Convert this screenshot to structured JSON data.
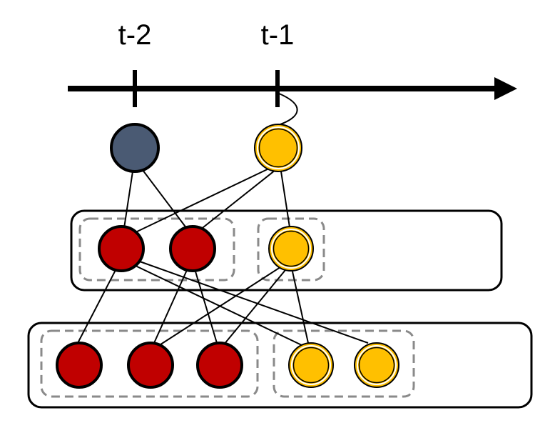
{
  "timeline": {
    "ticks": [
      {
        "label": "t-2"
      },
      {
        "label": "t-1"
      }
    ]
  },
  "colors": {
    "red": "#c00000",
    "yellow": "#ffc000",
    "slate": "#4a5a73",
    "stroke": "#000000",
    "dashed": "#888888"
  },
  "top_nodes": [
    {
      "color": "slate"
    },
    {
      "color": "yellow"
    }
  ],
  "middle_layer": {
    "nodes": [
      {
        "color": "red"
      },
      {
        "color": "red"
      },
      {
        "color": "yellow"
      }
    ]
  },
  "bottom_layer": {
    "nodes": [
      {
        "color": "red"
      },
      {
        "color": "red"
      },
      {
        "color": "red"
      },
      {
        "color": "yellow"
      },
      {
        "color": "yellow"
      }
    ]
  }
}
